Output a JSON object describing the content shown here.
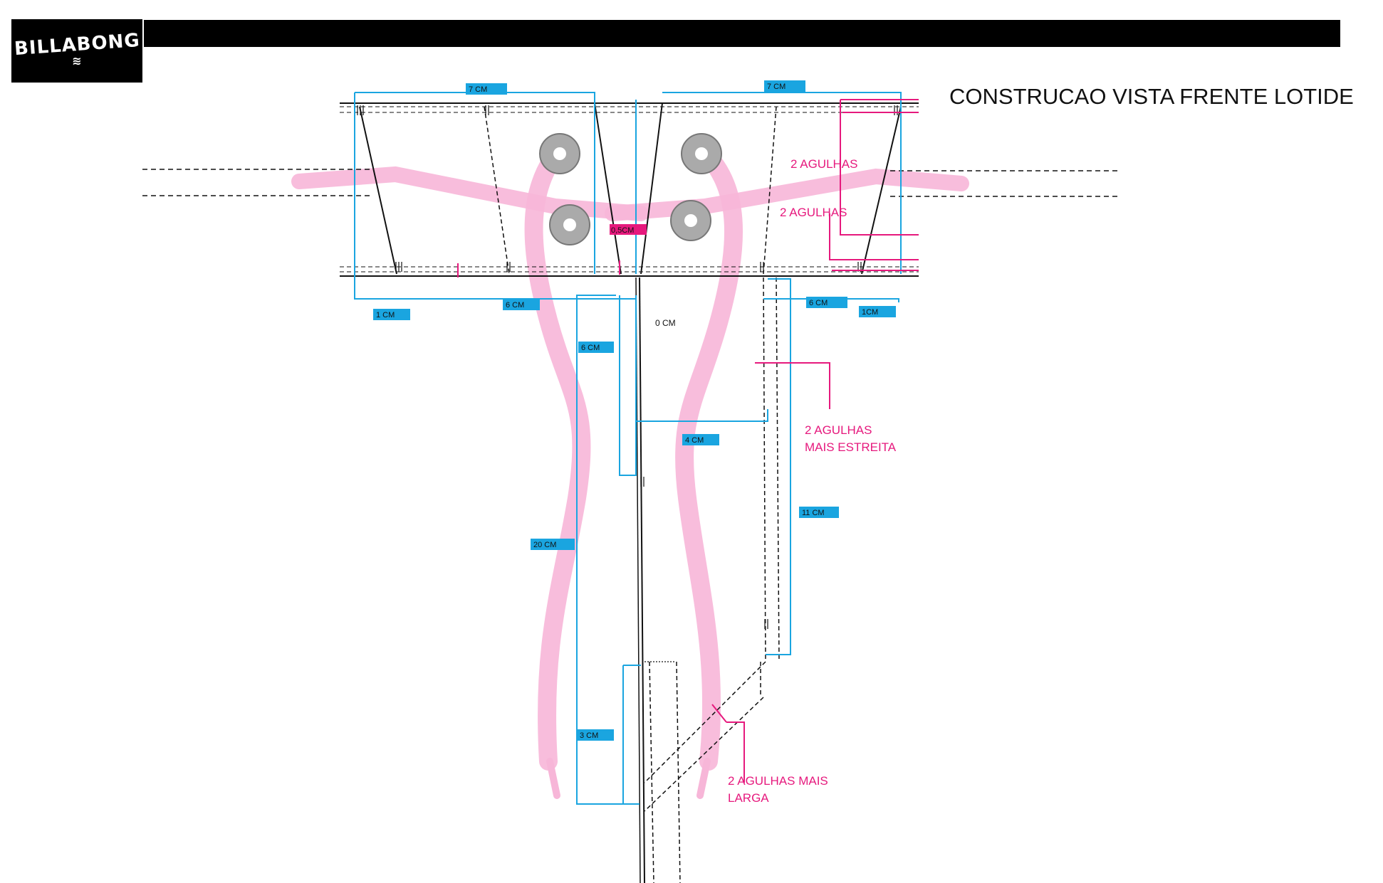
{
  "brand": {
    "logo_text": "BILLABONG",
    "logo_mark": "≋"
  },
  "title": "CONSTRUCAO VISTA FRENTE LOTIDE",
  "measurements": {
    "left_top": "7 CM",
    "right_top": "7 CM",
    "left_bottom_small": "1 CM",
    "left_bottom": "6 CM",
    "right_bottom": "6 CM",
    "right_bottom_small": "1CM",
    "center_gap": "0,5CM",
    "center_zero": "0 CM",
    "fly_top": "6 CM",
    "fly_width": "4 CM",
    "right_length": "11 CM",
    "fly_length": "20 CM",
    "fly_bottom": "3 CM"
  },
  "notes": {
    "needles_top": "2 AGULHAS",
    "needles_mid": "2 AGULHAS",
    "needles_narrow_1": "2 AGULHAS",
    "needles_narrow_2": "MAIS ESTREITA",
    "needles_wide_1": "2 AGULHAS MAIS",
    "needles_wide_2": "LARGA"
  },
  "colors": {
    "blue": "#1aa5e0",
    "pink": "#e6197d",
    "drawcord": "#f7b6d8"
  }
}
